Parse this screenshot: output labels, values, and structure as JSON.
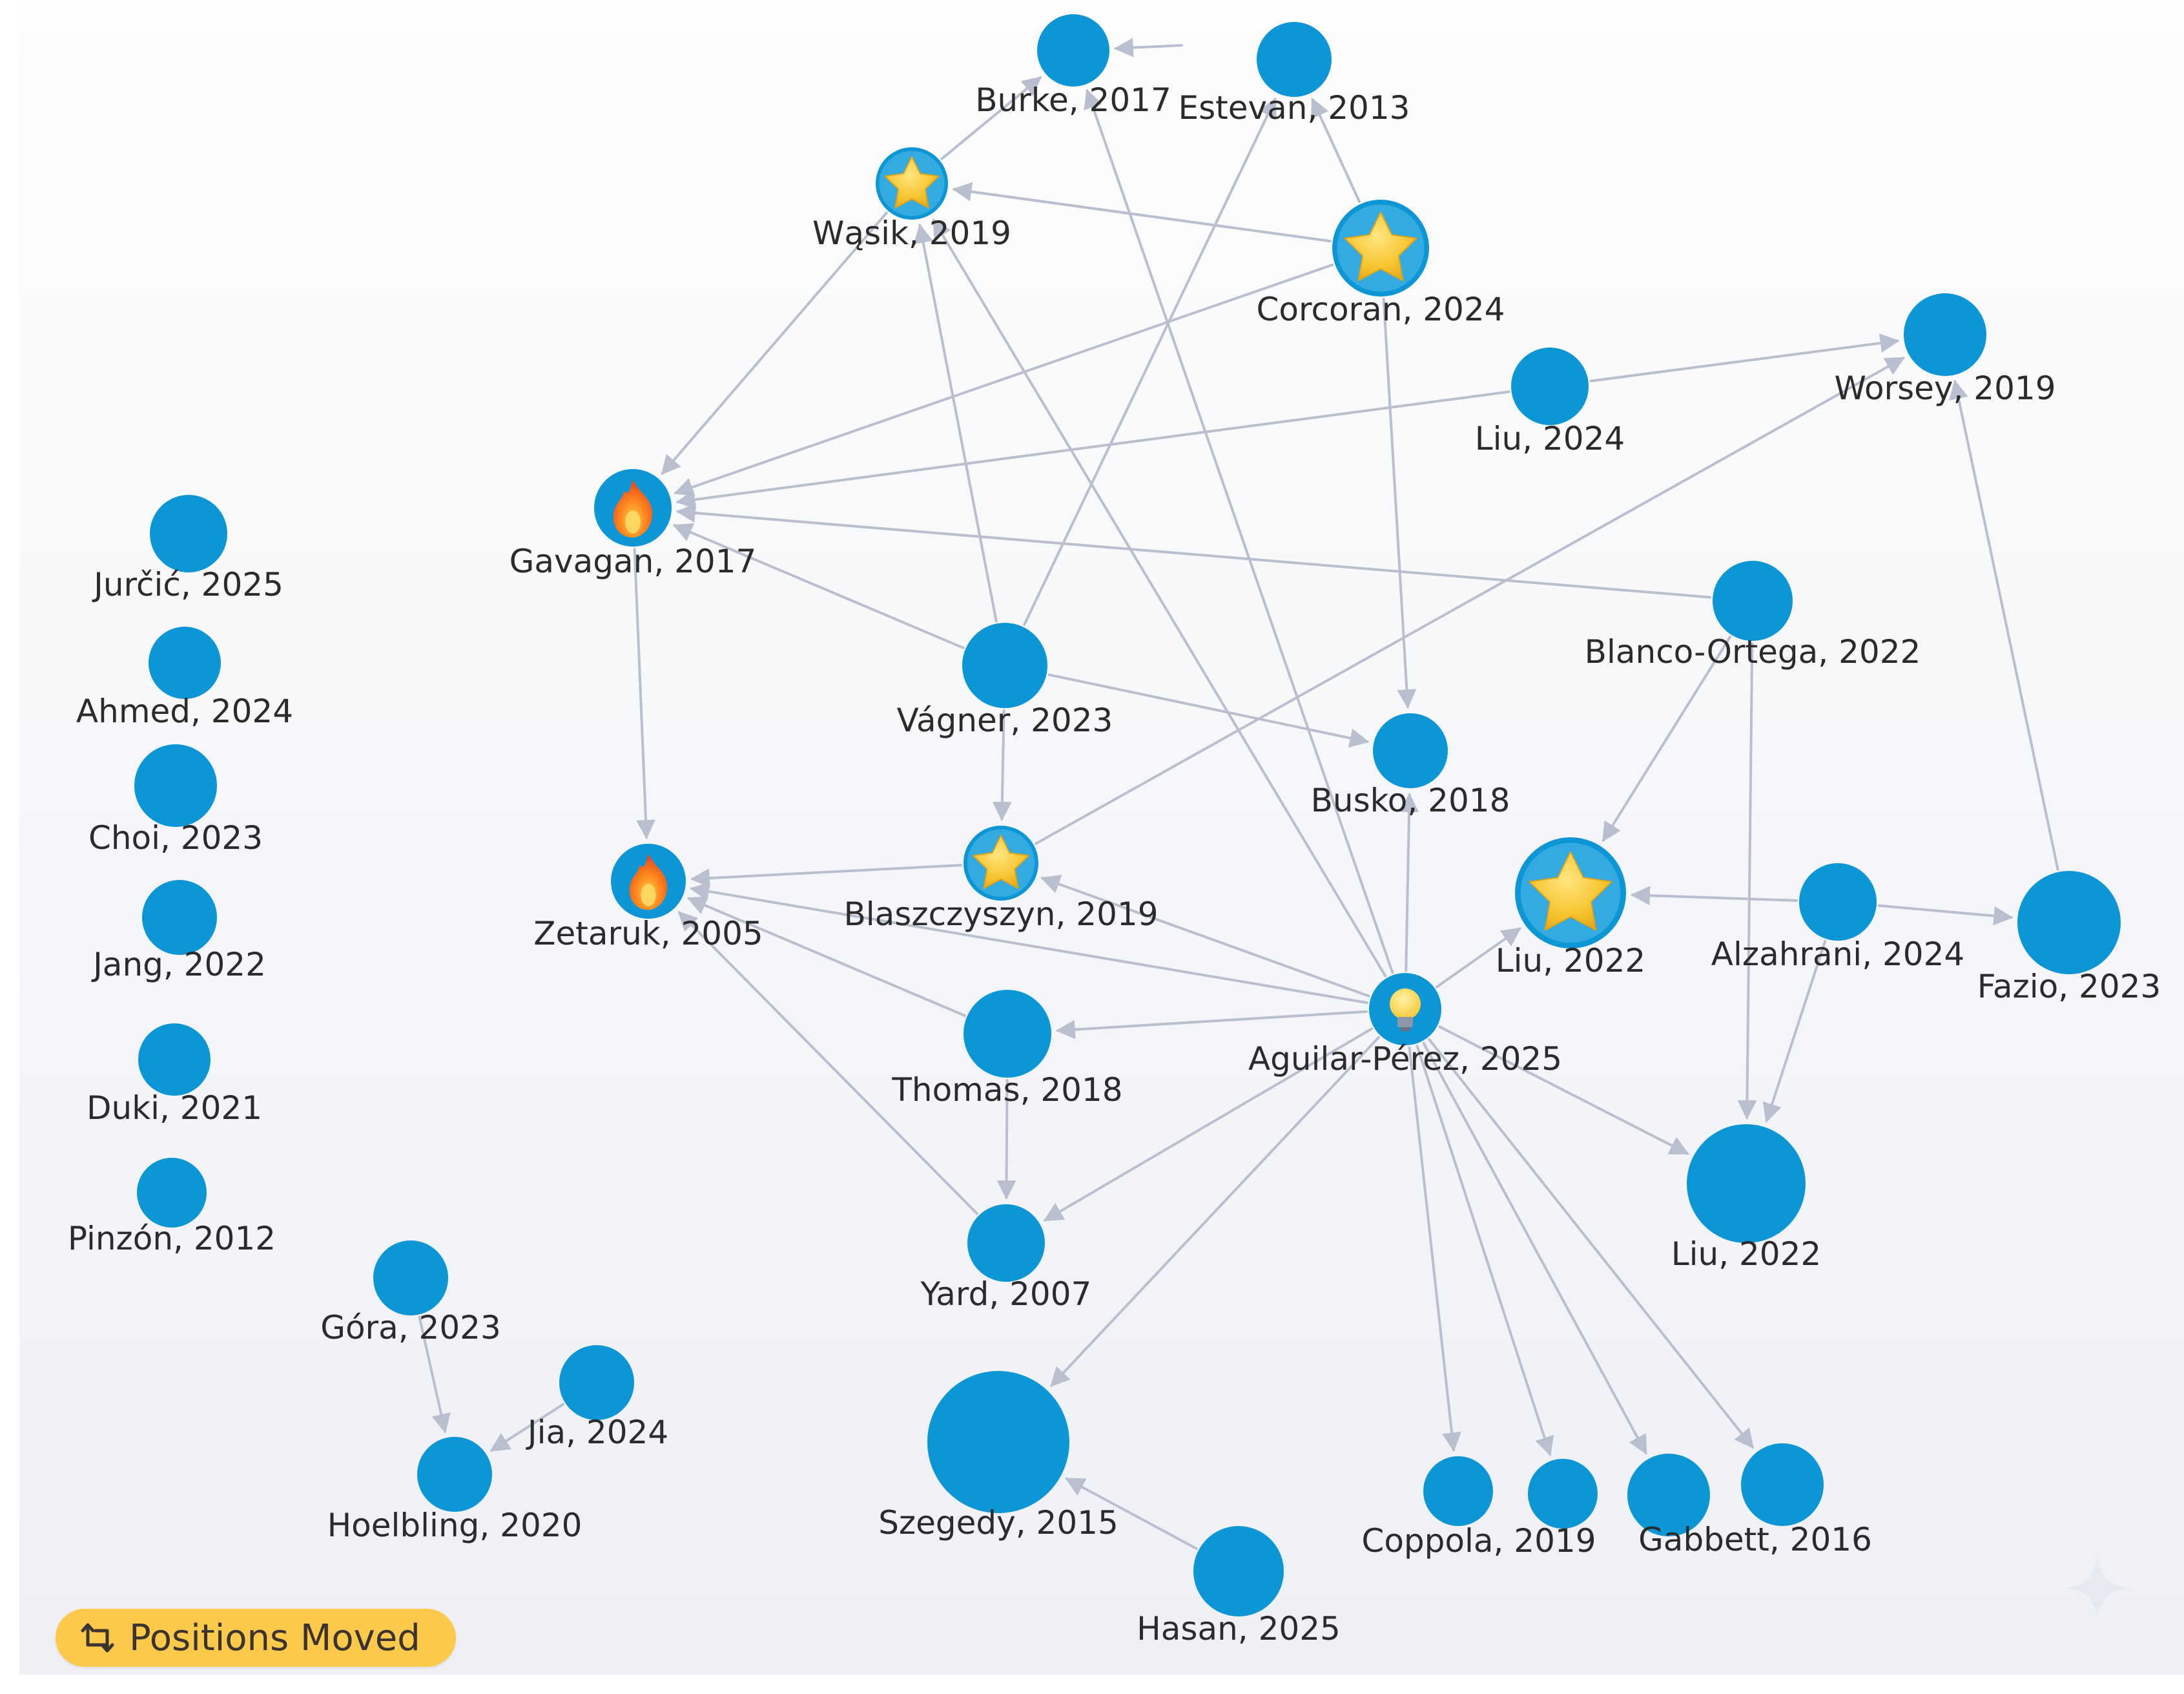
{
  "colors": {
    "node": "#0d96d6",
    "edge": "#b9bfcf",
    "label": "#2b2b2b",
    "background_top": "#fdfdfd",
    "background_bottom": "#eef0f6",
    "badge": "#fdc94a",
    "star": "#f7c531",
    "fire": "#f06a1c"
  },
  "badge": {
    "label": "Positions Moved",
    "icon": "repost-arrows-icon"
  },
  "nodes": [
    {
      "id": "burke2017",
      "label": "Burke, 2017"
    },
    {
      "id": "estevan2013",
      "label": "Estevan, 2013"
    },
    {
      "id": "wasik2019",
      "label": "Wąsik, 2019",
      "marker": "star"
    },
    {
      "id": "corcoran2024",
      "label": "Corcoran, 2024",
      "marker": "star"
    },
    {
      "id": "worsey2019",
      "label": "Worsey, 2019"
    },
    {
      "id": "liu2024",
      "label": "Liu, 2024"
    },
    {
      "id": "gavagan2017",
      "label": "Gavagan, 2017",
      "marker": "fire"
    },
    {
      "id": "blanco2022",
      "label": "Blanco-Ortega, 2022"
    },
    {
      "id": "vagner2023",
      "label": "Vágner, 2023"
    },
    {
      "id": "busko2018",
      "label": "Busko, 2018"
    },
    {
      "id": "blaszczyszyn2019",
      "label": "Blaszczyszyn, 2019",
      "marker": "star"
    },
    {
      "id": "zetaruk2005",
      "label": "Zetaruk, 2005",
      "marker": "fire"
    },
    {
      "id": "liu2022a",
      "label": "Liu, 2022",
      "marker": "star"
    },
    {
      "id": "alzahrani2024",
      "label": "Alzahrani, 2024"
    },
    {
      "id": "fazio2023",
      "label": "Fazio, 2023"
    },
    {
      "id": "aguilar2025",
      "label": "Aguilar-Pérez, 2025",
      "marker": "bulb"
    },
    {
      "id": "thomas2018",
      "label": "Thomas, 2018"
    },
    {
      "id": "liu2022b",
      "label": "Liu, 2022"
    },
    {
      "id": "yard2007",
      "label": "Yard, 2007"
    },
    {
      "id": "szegedy2015",
      "label": "Szegedy, 2015"
    },
    {
      "id": "hasan2025",
      "label": "Hasan, 2025"
    },
    {
      "id": "coppola2019",
      "label": "Coppola, 2019"
    },
    {
      "id": "unlabeled1",
      "label": ""
    },
    {
      "id": "unlabeled2",
      "label": ""
    },
    {
      "id": "gabbett2016",
      "label": "Gabbett, 2016"
    },
    {
      "id": "jurcic2025",
      "label": "Jurčić, 2025"
    },
    {
      "id": "ahmed2024",
      "label": "Ahmed, 2024"
    },
    {
      "id": "choi2023",
      "label": "Choi, 2023"
    },
    {
      "id": "jang2022",
      "label": "Jang, 2022"
    },
    {
      "id": "duki2021",
      "label": "Duki, 2021"
    },
    {
      "id": "pinzon2012",
      "label": "Pinzón, 2012"
    },
    {
      "id": "gora2023",
      "label": "Góra, 2023"
    },
    {
      "id": "jia2024",
      "label": "Jia, 2024"
    },
    {
      "id": "hoelbling2020",
      "label": "Hoelbling, 2020"
    },
    {
      "id": "topunlabeled",
      "label": ""
    }
  ],
  "edges": [
    {
      "from": "wasik2019",
      "to": "burke2017"
    },
    {
      "from": "topunlabeled",
      "to": "burke2017"
    },
    {
      "from": "corcoran2024",
      "to": "wasik2019"
    },
    {
      "from": "corcoran2024",
      "to": "estevan2013"
    },
    {
      "from": "wasik2019",
      "to": "gavagan2017"
    },
    {
      "from": "corcoran2024",
      "to": "gavagan2017"
    },
    {
      "from": "corcoran2024",
      "to": "busko2018"
    },
    {
      "from": "liu2024",
      "to": "gavagan2017"
    },
    {
      "from": "liu2024",
      "to": "worsey2019"
    },
    {
      "from": "blanco2022",
      "to": "gavagan2017"
    },
    {
      "from": "vagner2023",
      "to": "gavagan2017"
    },
    {
      "from": "vagner2023",
      "to": "estevan2013"
    },
    {
      "from": "vagner2023",
      "to": "wasik2019"
    },
    {
      "from": "vagner2023",
      "to": "busko2018"
    },
    {
      "from": "vagner2023",
      "to": "blaszczyszyn2019"
    },
    {
      "from": "gavagan2017",
      "to": "zetaruk2005"
    },
    {
      "from": "blaszczyszyn2019",
      "to": "zetaruk2005"
    },
    {
      "from": "blaszczyszyn2019",
      "to": "worsey2019"
    },
    {
      "from": "aguilar2025",
      "to": "zetaruk2005"
    },
    {
      "from": "aguilar2025",
      "to": "blaszczyszyn2019"
    },
    {
      "from": "aguilar2025",
      "to": "thomas2018"
    },
    {
      "from": "aguilar2025",
      "to": "liu2022a"
    },
    {
      "from": "aguilar2025",
      "to": "liu2022b"
    },
    {
      "from": "aguilar2025",
      "to": "yard2007"
    },
    {
      "from": "aguilar2025",
      "to": "szegedy2015"
    },
    {
      "from": "aguilar2025",
      "to": "burke2017"
    },
    {
      "from": "aguilar2025",
      "to": "wasik2019"
    },
    {
      "from": "aguilar2025",
      "to": "busko2018"
    },
    {
      "from": "aguilar2025",
      "to": "coppola2019"
    },
    {
      "from": "aguilar2025",
      "to": "unlabeled1"
    },
    {
      "from": "aguilar2025",
      "to": "unlabeled2"
    },
    {
      "from": "aguilar2025",
      "to": "gabbett2016"
    },
    {
      "from": "thomas2018",
      "to": "zetaruk2005"
    },
    {
      "from": "thomas2018",
      "to": "yard2007"
    },
    {
      "from": "yard2007",
      "to": "zetaruk2005"
    },
    {
      "from": "alzahrani2024",
      "to": "liu2022a"
    },
    {
      "from": "alzahrani2024",
      "to": "fazio2023"
    },
    {
      "from": "alzahrani2024",
      "to": "liu2022b"
    },
    {
      "from": "blanco2022",
      "to": "liu2022a"
    },
    {
      "from": "blanco2022",
      "to": "liu2022b"
    },
    {
      "from": "fazio2023",
      "to": "worsey2019"
    },
    {
      "from": "hasan2025",
      "to": "szegedy2015"
    },
    {
      "from": "gora2023",
      "to": "hoelbling2020"
    },
    {
      "from": "jia2024",
      "to": "hoelbling2020"
    }
  ]
}
